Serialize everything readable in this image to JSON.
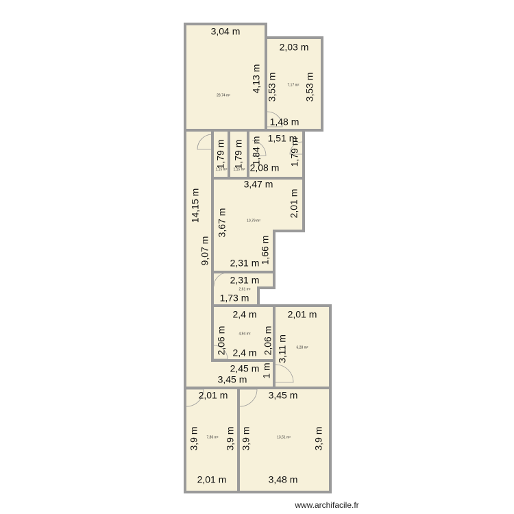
{
  "dimensions": [
    "3,04 m",
    "2,03 m",
    "4,13 m",
    "3,53 m",
    "3,53 m",
    "1,48 m",
    "1,51 m",
    "1,79 m",
    "1,79 m",
    "1,84 m",
    "1,79 m",
    "2,08 m",
    "3,47 m",
    "14,15 m",
    "2,01 m",
    "3,67 m",
    "9,07 m",
    "1,66 m",
    "2,31 m",
    "2,31 m",
    "1,73 m",
    "2,4 m",
    "2,01 m",
    "2,06 m",
    "2,06 m",
    "3,11 m",
    "2,4 m",
    "2,45 m",
    "1 m",
    "3,45 m",
    "2,01 m",
    "3,45 m",
    "3,9 m",
    "3,9 m",
    "3,9 m",
    "3,9 m",
    "2,01 m",
    "3,48 m"
  ],
  "areas": [
    "28,74 m²",
    "7,17 m²",
    "1,15 m²",
    "1,15 m²",
    "10,79 m²",
    "2,61 m²",
    "4,94 m²",
    "6,28 m²",
    "7,86 m²",
    "13,51 m²"
  ],
  "watermark": "www.archifacile.fr",
  "colors": {
    "room_fill": "#f7f1da",
    "wall": "#9a9a9a"
  }
}
